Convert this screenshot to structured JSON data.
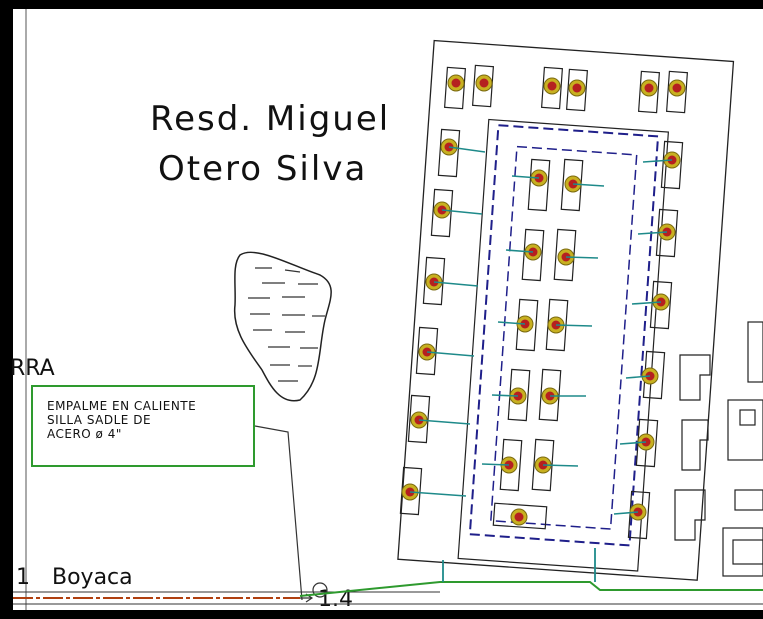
{
  "title_line1": "Resd. Miguel",
  "title_line2": "Otero Silva",
  "left_fragment": "RRA",
  "street_label": "Boyaca",
  "street_prefix": "1",
  "pipe_label": "1.4",
  "note": {
    "line1": "EMPALME EN CALIENTE",
    "line2": "SILLA SADLE DE",
    "line3": "ACERO ø 4\""
  },
  "colors": {
    "frame": "#000000",
    "line": "#2a2a2a",
    "pipe_dashed": "#1f1f8a",
    "pipe_service": "#1e8a8a",
    "main_pipe": "#2e9a2e",
    "node_fill": "#b52020",
    "node_ring": "#c8b020",
    "note_border": "#2e9a2e",
    "street_red": "#b04010"
  }
}
